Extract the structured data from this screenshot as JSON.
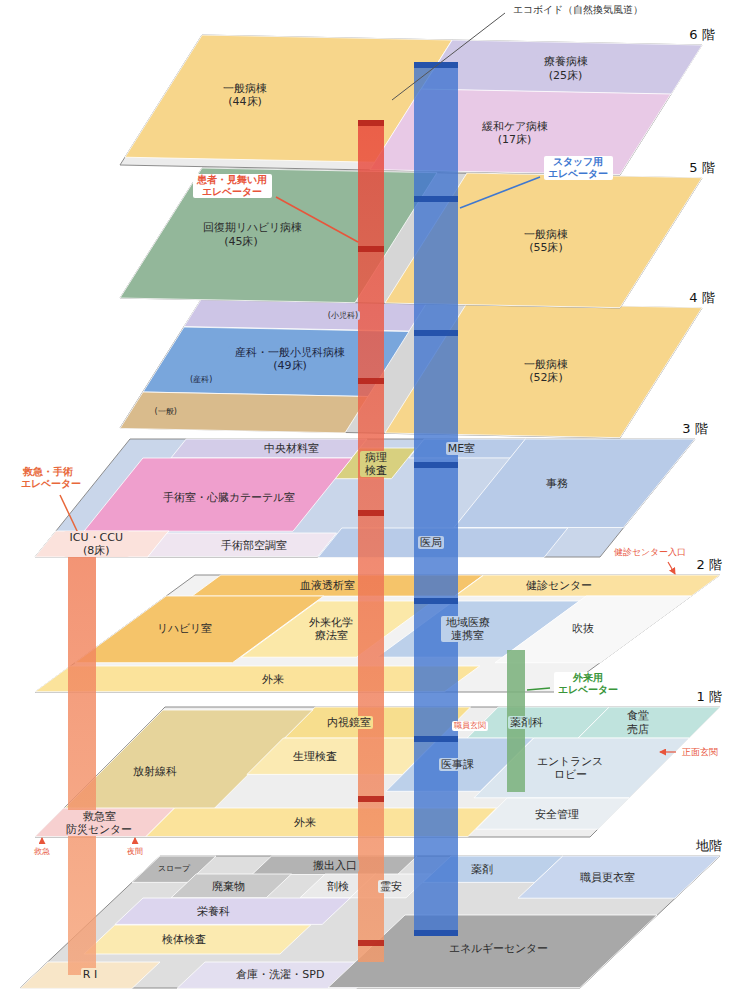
{
  "diagram": {
    "nodes": [
      {
        "text": [
          "6 階"
        ]
      },
      {
        "text": [
          "一般病棟 (44床)"
        ],
        "in": 0
      },
      {
        "text": [
          "療養病棟 (25床)"
        ],
        "in": 0
      },
      {
        "text": [
          "緩和ケア病棟 (17床)"
        ],
        "in": 0
      },
      {
        "text": [
          "5 階"
        ]
      },
      {
        "text": [
          "回復期リハビリ病棟 (45床)"
        ],
        "in": 4
      },
      {
        "text": [
          "一般病棟 (55床)"
        ],
        "in": 4
      },
      {
        "text": [
          "4 階"
        ]
      },
      {
        "text": [
          "(小児科)"
        ],
        "in": 7
      },
      {
        "text": [
          "産科・一般小児科病棟 (49床)",
          "(産科)"
        ],
        "in": 7
      },
      {
        "text": [
          "(一般)"
        ],
        "in": 7
      },
      {
        "text": [
          "一般病棟 (52床)"
        ],
        "in": 7
      },
      {
        "text": [
          "3 階"
        ]
      },
      {
        "text": [
          "中央材料室"
        ],
        "in": 12
      },
      {
        "text": [
          "病理 検査"
        ],
        "in": 12
      },
      {
        "text": [
          "ME室"
        ],
        "in": 12
      },
      {
        "text": [
          "手術室・心臓カテーテル室"
        ],
        "in": 12
      },
      {
        "text": [
          "事務"
        ],
        "in": 12
      },
      {
        "text": [
          "ICU・CCU (8床)"
        ],
        "in": 12
      },
      {
        "text": [
          "手術部空調室"
        ],
        "in": 12
      },
      {
        "text": [
          "医局"
        ],
        "in": 12
      },
      {
        "text": [
          "2 階"
        ]
      },
      {
        "text": [
          "血液透析室"
        ],
        "in": 21
      },
      {
        "text": [
          "健診センター"
        ],
        "in": 21
      },
      {
        "text": [
          "リハビリ室"
        ],
        "in": 21
      },
      {
        "text": [
          "外来化学 療法室"
        ],
        "in": 21
      },
      {
        "text": [
          "地域医療 連携室"
        ],
        "in": 21
      },
      {
        "text": [
          "吹抜"
        ],
        "in": 21
      },
      {
        "text": [
          "外来"
        ],
        "in": 21
      },
      {
        "text": [
          "1 階"
        ]
      },
      {
        "text": [
          "内視鏡室"
        ],
        "in": 29
      },
      {
        "text": [
          "薬剤科"
        ],
        "in": 29
      },
      {
        "text": [
          "食堂 売店"
        ],
        "in": 29
      },
      {
        "text": [
          "放射線科"
        ],
        "in": 29
      },
      {
        "text": [
          "生理検査"
        ],
        "in": 29
      },
      {
        "text": [
          "医事課"
        ],
        "in": 29
      },
      {
        "text": [
          "エントランス ロビー"
        ],
        "in": 29
      },
      {
        "text": [
          "安全管理"
        ],
        "in": 29
      },
      {
        "text": [
          "救急室 防災センター"
        ],
        "in": 29
      },
      {
        "text": [
          "外来"
        ],
        "in": 29
      },
      {
        "text": [
          "地階"
        ]
      },
      {
        "text": [
          "スロープ"
        ],
        "in": 40
      },
      {
        "text": [
          "搬出入口"
        ],
        "in": 40
      },
      {
        "text": [
          "廃棄物"
        ],
        "in": 40
      },
      {
        "text": [
          "剖検"
        ],
        "in": 40
      },
      {
        "text": [
          "霊安"
        ],
        "in": 40
      },
      {
        "text": [
          "薬剤"
        ],
        "in": 40
      },
      {
        "text": [
          "職員更衣室"
        ],
        "in": 40
      },
      {
        "text": [
          "栄養科"
        ],
        "in": 40
      },
      {
        "text": [
          "検体検査"
        ],
        "in": 40
      },
      {
        "text": [
          "R I"
        ],
        "in": 40
      },
      {
        "text": [
          "倉庫・洗濯・SPD"
        ],
        "in": 40
      },
      {
        "text": [
          "エネルギーセンター"
        ],
        "in": 40
      }
    ],
    "labels": [
      "エコボイド（自然換気風道）",
      "患者・見舞い用 エレベーター",
      "スタッフ用 エレベーター",
      "救急・手術 エレベーター",
      "外来用 エレベーター",
      "健診センター入口",
      "職員玄関",
      "正面玄関",
      "救急",
      "夜間"
    ]
  }
}
